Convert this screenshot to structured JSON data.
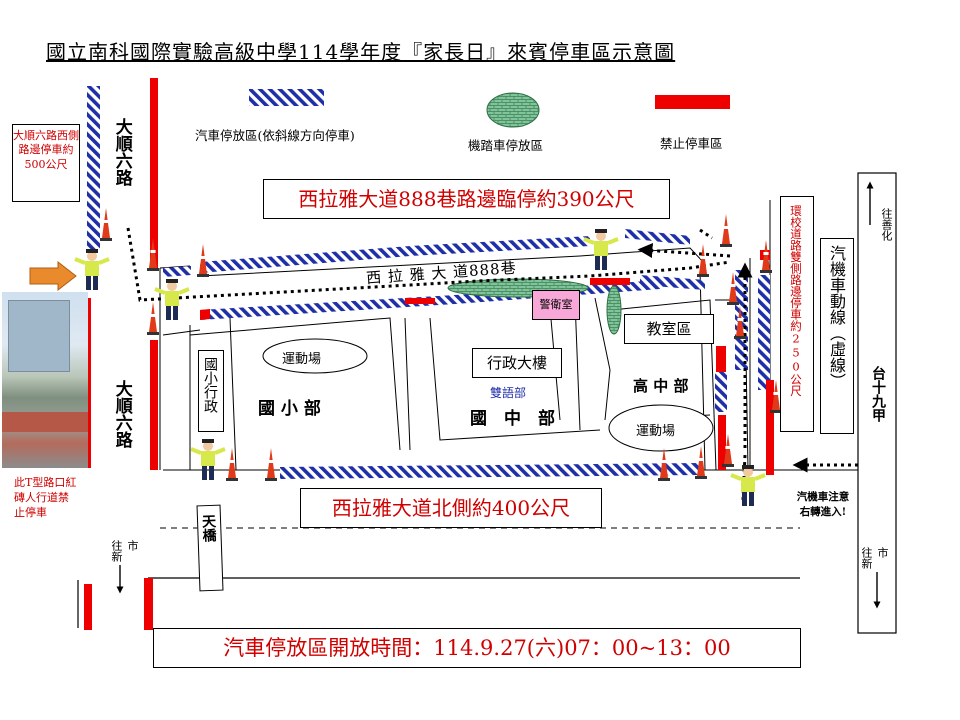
{
  "title": "國立南科國際實驗高級中學114學年度『家長日』來賓停車區示意圖",
  "legend": {
    "car": "汽車停放區(依斜線方向停車)",
    "scooter": "機踏車停放區",
    "noparking": "禁止停車區"
  },
  "colors": {
    "hatch_blue": "#1f2fa8",
    "no_parking_red": "#ee0000",
    "text_red": "#d00000",
    "scooter_green": "#7fc49a",
    "guard_pink": "#f7a8d8"
  },
  "notes": {
    "dashun_west": "大順六路西側路邊停車約500公尺",
    "xilaya_888": "西拉雅大道888巷路邊臨停約390公尺",
    "campus_ring": "環校道路雙側路邊停車約250公尺",
    "xilaya_north": "西拉雅大道北側約400公尺",
    "t_junction": "此T型路口紅磚人行道禁止停車",
    "open_hours": "汽車停放區開放時間：114.9.27(六)07：00~13：00",
    "turn_note_1": "汽機車注意",
    "turn_note_2": "右轉進入!"
  },
  "roads": {
    "dashun_upper": "大順六路",
    "dashun_lower": "大順六路",
    "xilaya_lane": "西 拉 雅 大 道888巷",
    "route19": "台十九甲",
    "scooter_route": "汽機車動線（虛線）",
    "bridge": "天橋"
  },
  "directions": {
    "to_shanhua": "往善化",
    "to_xinshi_left": "往新市",
    "to_xinshi_right": "往新市"
  },
  "places": {
    "guard_room": "警衛室",
    "classroom": "教室區",
    "playground_elem": "運動場",
    "playground_high": "運動場",
    "admin_building": "行政大樓",
    "bilingual": "雙語部",
    "elem_admin": "國小行政",
    "elementary": "國 小 部",
    "junior": "國　中　部",
    "senior": "高 中 部"
  }
}
